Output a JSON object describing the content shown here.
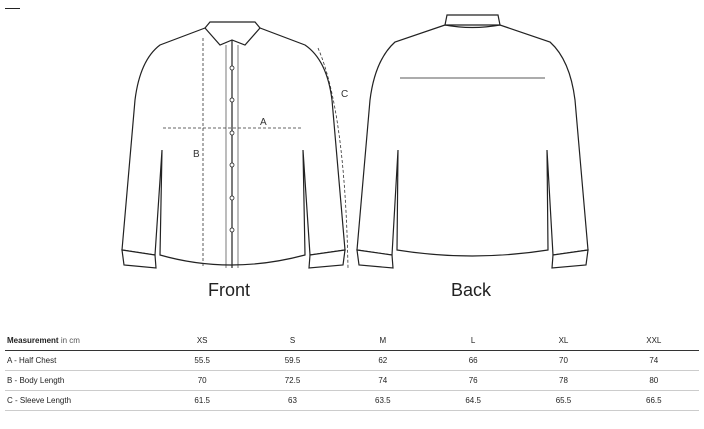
{
  "figure": {
    "views": [
      "Front",
      "Back"
    ],
    "markers": [
      "A",
      "B",
      "C"
    ]
  },
  "table": {
    "header_label": "Measurement",
    "header_unit": "in cm",
    "sizes": [
      "XS",
      "S",
      "M",
      "L",
      "XL",
      "XXL"
    ],
    "rows": [
      {
        "label": "A - Half Chest",
        "values": [
          "55.5",
          "59.5",
          "62",
          "66",
          "70",
          "74"
        ]
      },
      {
        "label": "B - Body Length",
        "values": [
          "70",
          "72.5",
          "74",
          "76",
          "78",
          "80"
        ]
      },
      {
        "label": "C - Sleeve Length",
        "values": [
          "61.5",
          "63",
          "63.5",
          "64.5",
          "65.5",
          "66.5"
        ]
      }
    ]
  }
}
